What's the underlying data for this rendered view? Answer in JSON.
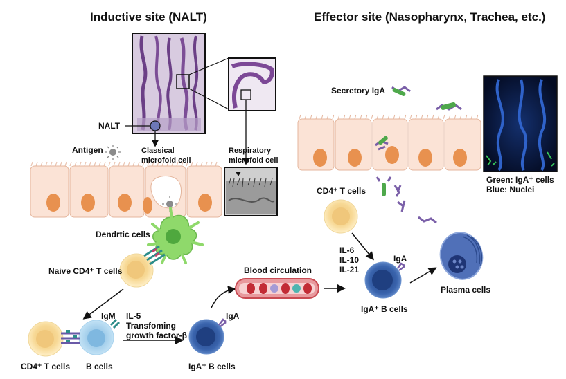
{
  "titles": {
    "left": "Inductive site (NALT)",
    "right": "Effector site (Nasopharynx, Trachea, etc.)"
  },
  "labels": {
    "nalt": "NALT",
    "antigen": "Antigen",
    "classical_mcell": "Classical\nmicrofold cell",
    "respiratory_mcell": "Respiratory\nmicrofold cell",
    "dendritic": "Dendrtic cells",
    "naive_t": "Naive CD4⁺ T cells",
    "cd4_t_left": "CD4⁺ T cells",
    "b_cells": "B cells",
    "igm": "IgM",
    "cytokines_left": "IL-5\nTransfoming\ngrowth factor-β",
    "iga_left": "IgA",
    "iga_b_left": "IgA⁺ B cells",
    "blood": "Blood circulation",
    "secretory_iga": "Secretory IgA",
    "cd4_t_right": "CD4⁺ T cells",
    "cytokines_right": "IL-6\nIL-10\nIL-21",
    "iga_right": "IgA",
    "iga_b_right": "IgA⁺ B cells",
    "plasma": "Plasma cells",
    "legend_green": "Green: IgA⁺ cells",
    "legend_blue": "Blue: Nuclei"
  },
  "colors": {
    "epithelium": "#fbe3d6",
    "epithelium_border": "#e4b59c",
    "nucleus": "#e8914f",
    "dendritic": "#8fd96b",
    "t_cell": "#fbe2a6",
    "b_cell": "#a9d3ee",
    "iga_b_cell": "#3f6fb3",
    "plasma": "#5070b8",
    "vessel": "#d5555c",
    "rbc": "#c22b35",
    "antibody": "#7a5fa8",
    "secretory_piece": "#4ea84b",
    "histology_bg": "#b8a6c6",
    "fluor_bg": "#071533"
  }
}
